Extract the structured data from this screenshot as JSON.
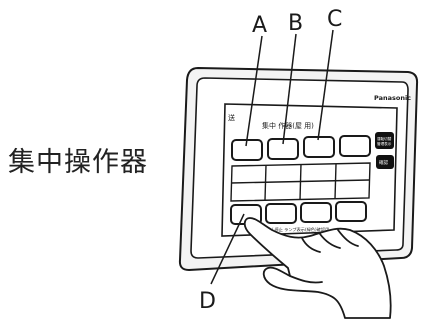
{
  "device_name": "集中操作器",
  "callout_labels": {
    "a": "A",
    "b": "B",
    "c": "C",
    "d": "D"
  },
  "panel": {
    "brand": "Panasonic",
    "title_text": "集中 作器(屋 用)",
    "left_text": "送",
    "side_button_top": "運転切替\n管理表示",
    "side_button_bottom": "確認",
    "footer_text": "D 運転 / 停止 ランプ表示(緑色)確認用"
  },
  "colors": {
    "outline": "#1a1a1a",
    "panel_fill": "#ffffff",
    "dark_button": "#111111",
    "frame_shadow": "#e9e9e9"
  }
}
